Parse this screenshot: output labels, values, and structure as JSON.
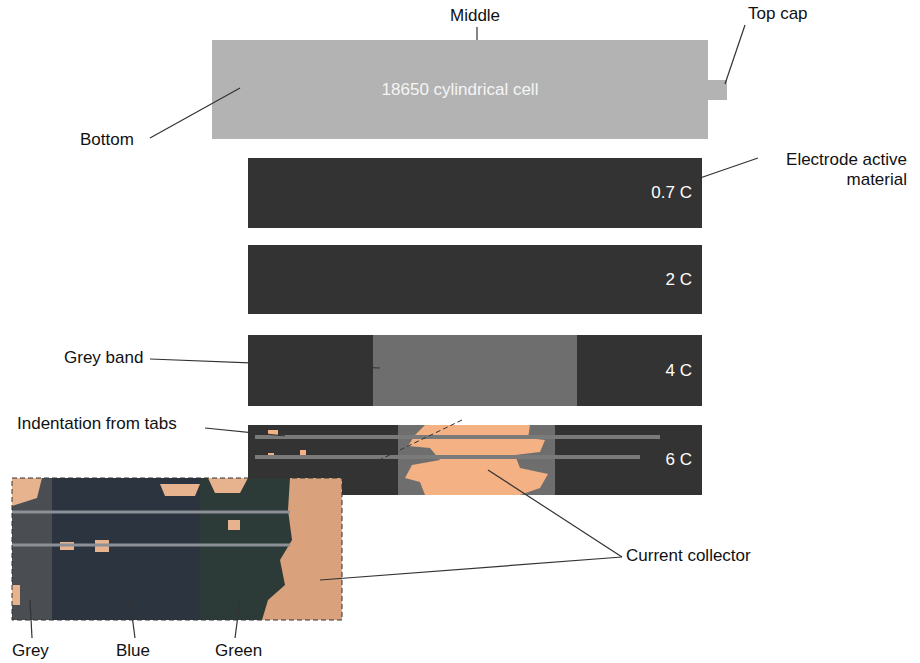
{
  "diagram": {
    "nodes": [
      {
        "text": [
          "18650 cylindrical cell"
        ]
      },
      {
        "text": [
          "0.7 C"
        ]
      },
      {
        "text": [
          "2 C"
        ]
      },
      {
        "text": [
          "4 C"
        ]
      },
      {
        "text": [
          "6 C"
        ]
      }
    ],
    "labels": [
      "Middle",
      "Top cap",
      "Bottom",
      "Electrode active material",
      "Grey band",
      "Indentation from tabs",
      "Current collector",
      "Grey",
      "Blue",
      "Green"
    ]
  }
}
